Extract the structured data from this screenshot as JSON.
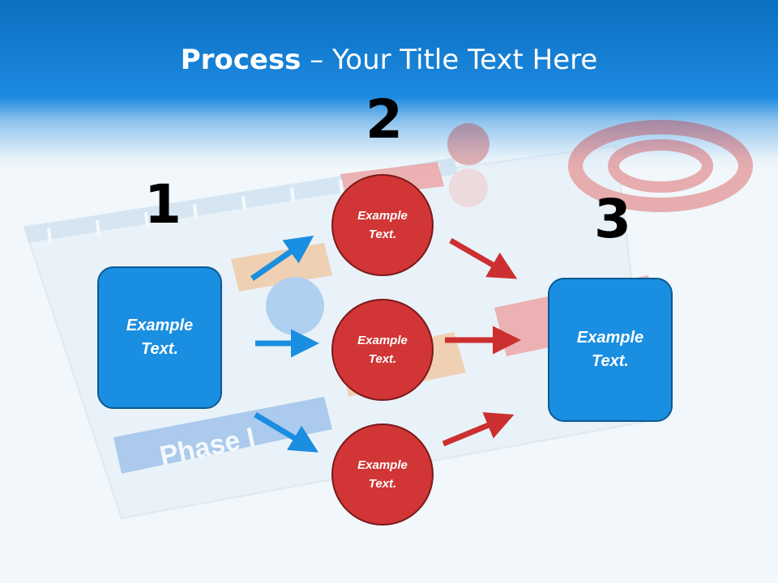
{
  "title": {
    "bold": "Process",
    "rest": " – Your Title Text Here"
  },
  "steps": {
    "one": "1",
    "two": "2",
    "three": "3"
  },
  "nodes": {
    "left_box": "Example\nText.",
    "circle_top": "Example\nText.",
    "circle_middle": "Example\nText.",
    "circle_bottom": "Example\nText.",
    "right_box": "Example\nText."
  },
  "background": {
    "keyboard_key_label": "Phase I"
  },
  "colors": {
    "blue": "#1a8ee0",
    "red": "#d13535",
    "header": "#1d8ae0"
  }
}
